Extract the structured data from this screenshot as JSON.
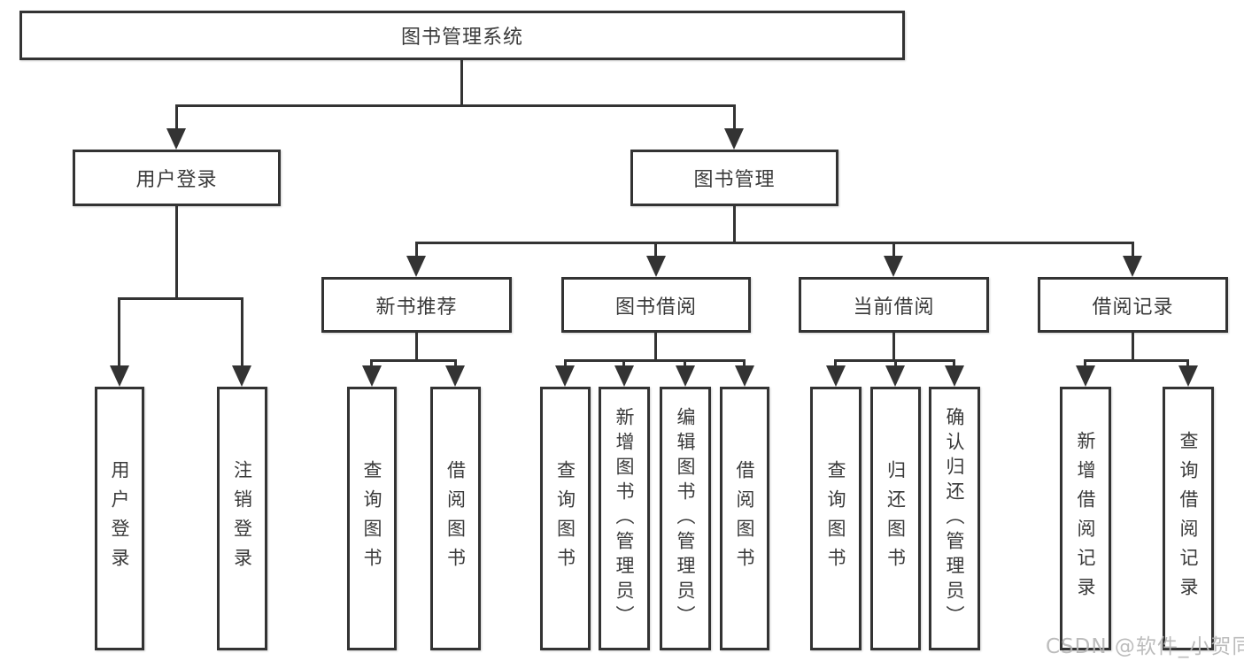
{
  "diagram": {
    "root": {
      "label": "图书管理系统"
    },
    "branches": {
      "user_login": {
        "label": "用户登录"
      },
      "book_management": {
        "label": "图书管理"
      }
    },
    "modules": {
      "new_book_recommend": {
        "label": "新书推荐"
      },
      "book_borrow": {
        "label": "图书借阅"
      },
      "current_borrow": {
        "label": "当前借阅"
      },
      "borrow_records": {
        "label": "借阅记录"
      }
    },
    "functions": {
      "login": {
        "label": "用户登录"
      },
      "logout": {
        "label": "注销登录"
      },
      "nb_query_books": {
        "label": "查询图书"
      },
      "nb_borrow_books": {
        "label": "借阅图书"
      },
      "bb_query_books": {
        "label": "查询图书"
      },
      "bb_add_books": {
        "label": "新增图书（管理员）"
      },
      "bb_edit_books": {
        "label": "编辑图书（管理员）"
      },
      "bb_borrow_books": {
        "label": "借阅图书"
      },
      "cb_query_books": {
        "label": "查询图书"
      },
      "cb_return_books": {
        "label": "归还图书"
      },
      "cb_confirm_return": {
        "label": "确认归还（管理员）"
      },
      "br_add_record": {
        "label": "新增借阅记录"
      },
      "br_query_record": {
        "label": "查询借阅记录"
      }
    }
  },
  "watermark": {
    "text": "CSDN @软件_小贺同学"
  },
  "colors": {
    "line": "#333333",
    "text": "#3a3a3a",
    "watermark": "#b5b5b5",
    "background": "#ffffff"
  }
}
